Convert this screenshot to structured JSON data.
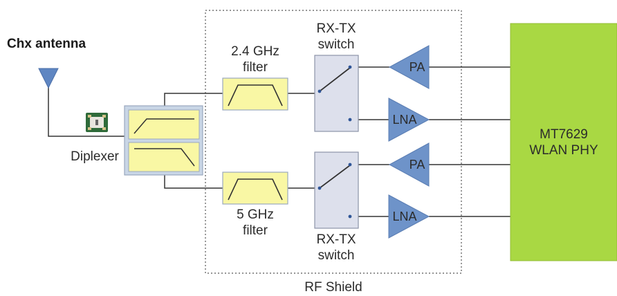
{
  "title": "Chx antenna",
  "shield_label": "RF Shield",
  "diplexer_label": "Diplexer",
  "filters": {
    "top_line1": "2.4 GHz",
    "top_line2": "filter",
    "bottom_line1": "5 GHz",
    "bottom_line2": "filter"
  },
  "switches": {
    "top_line1": "RX-TX",
    "top_line2": "switch",
    "bottom_line1": "RX-TX",
    "bottom_line2": "switch"
  },
  "amplifiers": {
    "pa_top": "PA",
    "lna_top": "LNA",
    "pa_bottom": "PA",
    "lna_bottom": "LNA"
  },
  "phy": {
    "line1": "MT7629",
    "line2": "WLAN PHY"
  },
  "colors": {
    "filter_fill": "#f9f7a4",
    "filter_border": "#9aa8bd",
    "switch_fill": "#dde0ec",
    "amp_fill": "#6e93c9",
    "phy_fill": "#a9d843",
    "phy_border": "#93bd34",
    "wire": "#333333",
    "antenna": "#5f86c2"
  }
}
